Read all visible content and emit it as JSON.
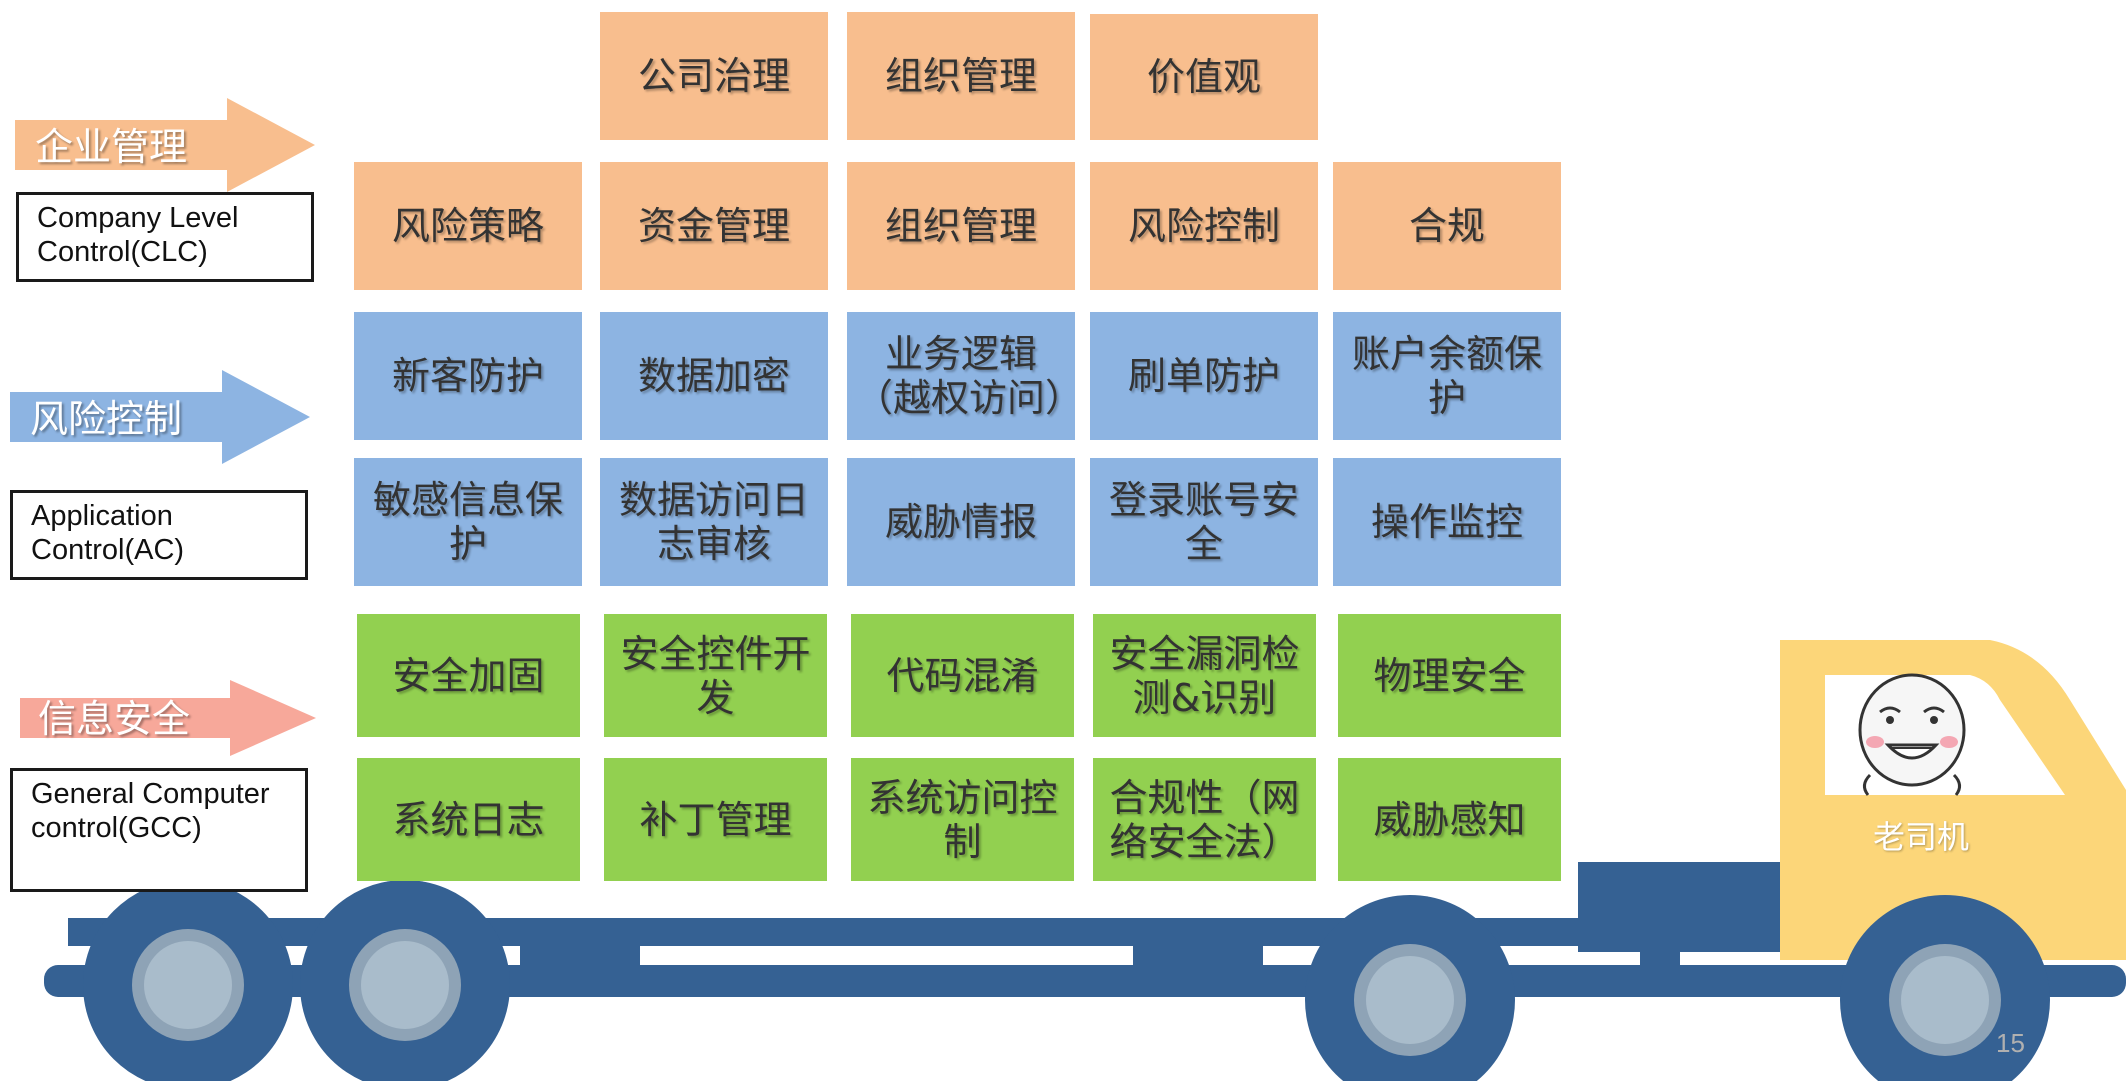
{
  "layers": [
    {
      "arrow_label": "企业管理",
      "arrow_color": "#f8be8e",
      "box_lines": [
        "Company Level",
        "Control(CLC)"
      ]
    },
    {
      "arrow_label": "风险控制",
      "arrow_color": "#8db4e2",
      "box_lines": [
        "Application",
        "Control(AC)"
      ]
    },
    {
      "arrow_label": "信息安全",
      "arrow_color": "#f7a89a",
      "box_lines": [
        "General Computer",
        "control(GCC)"
      ]
    }
  ],
  "grid": {
    "row1": [
      "公司治理",
      "组织管理",
      "价值观"
    ],
    "row2": [
      "风险策略",
      "资金管理",
      "组织管理",
      "风险控制",
      "合规"
    ],
    "row3": [
      "新客防护",
      "数据加密",
      "业务逻辑（越权访问）",
      "刷单防护",
      "账户余额保护"
    ],
    "row4": [
      "敏感信息保护",
      "数据访问日志审核",
      "威胁情报",
      "登录账号安全",
      "操作监控"
    ],
    "row5": [
      "安全加固",
      "安全控件开发",
      "代码混淆",
      "安全漏洞检测&识别",
      "物理安全"
    ],
    "row6": [
      "系统日志",
      "补丁管理",
      "系统访问控制",
      "合规性（网络安全法）",
      "威胁感知"
    ]
  },
  "colors": {
    "orange": "#f8be8e",
    "blue": "#8db4e2",
    "green": "#92d050",
    "truck_body": "#356193",
    "cab": "#fcd679",
    "wheel": "#356193",
    "hub": "#a6b7c6"
  },
  "driver": {
    "label": "老司机",
    "icon": "meme-face-icon"
  },
  "page_number": "15"
}
